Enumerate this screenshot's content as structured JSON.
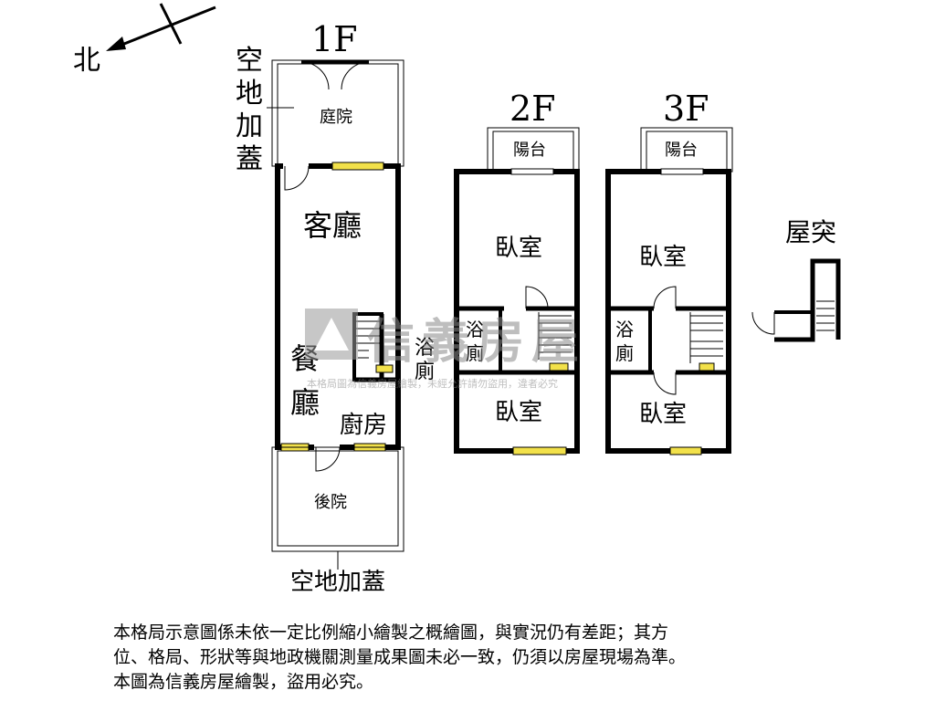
{
  "compass": {
    "label": "北"
  },
  "floors": {
    "f1": {
      "title": "1F",
      "side_note": "空地加蓋",
      "bottom_note": "空地加蓋",
      "rooms": {
        "yard_front": "庭院",
        "living": "客廳",
        "dining": "餐廳",
        "bath": "浴廁",
        "kitchen": "廚房",
        "yard_back": "後院"
      }
    },
    "f2": {
      "title": "2F",
      "rooms": {
        "balcony": "陽台",
        "bedroom_front": "臥室",
        "bath": "浴廁",
        "bedroom_back": "臥室"
      }
    },
    "f3": {
      "title": "3F",
      "rooms": {
        "balcony": "陽台",
        "bedroom_front": "臥室",
        "bath": "浴廁",
        "bedroom_back": "臥室"
      }
    },
    "roof": {
      "title": "屋突"
    }
  },
  "watermark": {
    "brand": "信義房屋",
    "note": "本格局圖為信義房屋繪製，未經允許請勿盜用，違者必究"
  },
  "disclaimer": {
    "line1": "本格局示意圖係未依一定比例縮小繪製之概繪圖，與實況仍有差距；其方",
    "line2": "位、格局、形狀等與地政機關測量成果圖未必一致，仍須以房屋現場為準。",
    "line3": "本圖為信義房屋繪製，盜用必究。"
  },
  "colors": {
    "wall": "#000000",
    "window": "#f2e14a",
    "watermark": "#c8c8c8"
  }
}
